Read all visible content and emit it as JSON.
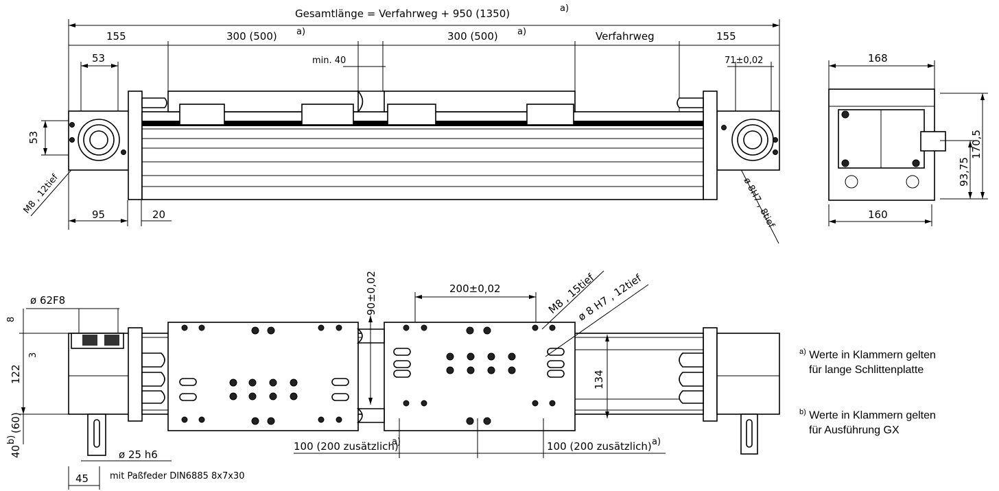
{
  "top_view": {
    "total_length": "Gesamtlänge = Verfahrweg + 950 (1350)",
    "total_length_sup": "a)",
    "d155_left": "155",
    "d300_left": "300  (500)",
    "d300_left_sup": "a)",
    "d300_right": "300  (500)",
    "d300_right_sup": "a)",
    "verfahrweg": "Verfahrweg",
    "d155_right": "155",
    "d53_h": "53",
    "min40": "min. 40",
    "d71": "71±0,02",
    "d53_v": "53",
    "m8_thread": "M8 , 12tief",
    "d95": "95",
    "d20": "20",
    "pin_hole": "ø 8H7 , 8tief"
  },
  "side_view": {
    "w168": "168",
    "h170": "170,5",
    "h93": "93,75",
    "w160": "160"
  },
  "bottom_view": {
    "shaft_dia": "ø 62F8",
    "d8": "8",
    "d3": "3",
    "d122": "122",
    "d40": "40",
    "d40_sup": "b)",
    "d40_paren": "(60)",
    "d90": "90±0,02",
    "d200": "200±0,02",
    "m8_15": "M8 , 15tief",
    "pin_12": "ø 8 H7 , 12tief",
    "d134": "134",
    "d100_left": "100  (200  zusätzlich)",
    "d100_left_sup": "a)",
    "d100_right": "100  (200  zusätzlich)",
    "d100_right_sup": "a)",
    "shaft_25": "ø 25 h6",
    "key": "mit Paßfeder DIN6885 8x7x30",
    "d45": "45"
  },
  "notes": {
    "a_mark": "a)",
    "a_line1": "Werte in Klammern gelten",
    "a_line2": "für lange Schlittenplatte",
    "b_mark": "b)",
    "b_line1": "Werte in Klammern gelten",
    "b_line2": "für Ausführung GX"
  }
}
